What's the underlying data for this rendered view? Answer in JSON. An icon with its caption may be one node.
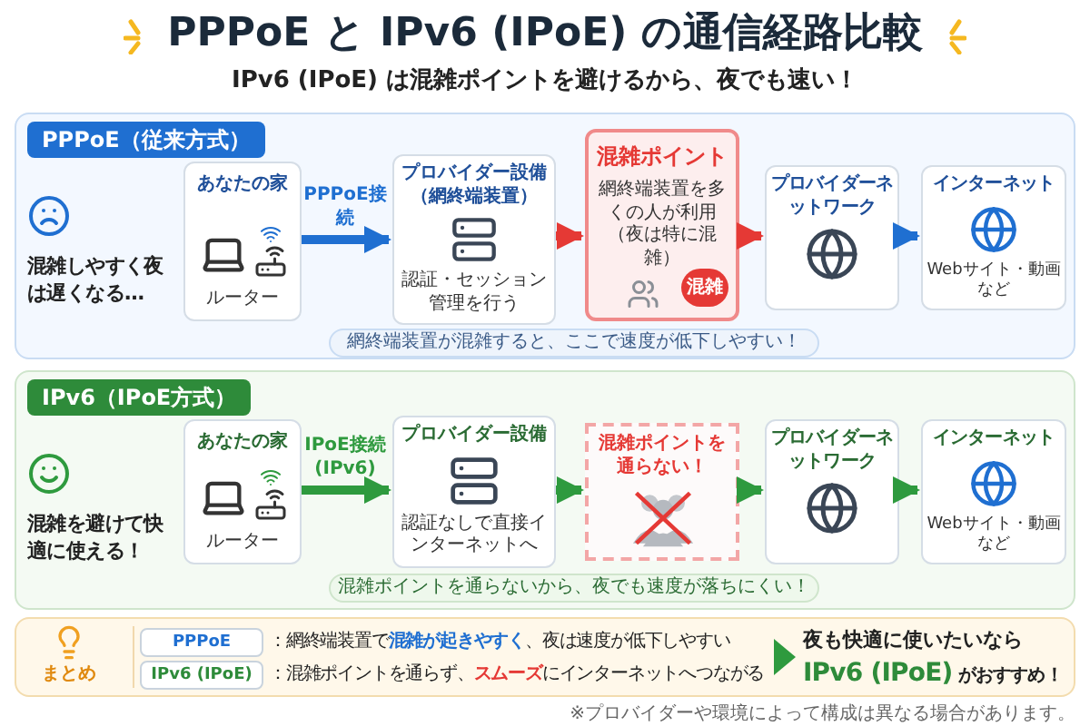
{
  "diagram": {
    "title": "PPPoE と IPv6 (IPoE) の通信経路比較",
    "nodes": [
      {
        "text": [
          "PPPoE（従来方式）",
          "混雑しやすく夜は遅くなる…"
        ]
      },
      {
        "text": [
          "あなたの家",
          "ルーター"
        ],
        "in": 0
      },
      {
        "text": [
          "プロバイダー設備（網終端装置）",
          "認証・セッション管理を行う"
        ],
        "in": 0
      },
      {
        "text": [
          "混雑ポイント",
          "網終端装置を多くの人が利用（夜は特に混雑）",
          "混雑"
        ],
        "in": 0
      },
      {
        "text": [
          "プロバイダーネットワーク"
        ],
        "in": 0
      },
      {
        "text": [
          "インターネット",
          "Webサイト・動画など"
        ],
        "in": 0
      },
      {
        "text": [
          "網終端装置が混雑すると、ここで速度が低下しやすい！"
        ],
        "in": 0
      },
      {
        "text": [
          "IPv6（IPoE方式）",
          "混雑を避けて快適に使える！"
        ]
      },
      {
        "text": [
          "あなたの家",
          "ルーター"
        ],
        "in": 7
      },
      {
        "text": [
          "プロバイダー設備",
          "認証なしで直接インターネットへ"
        ],
        "in": 7
      },
      {
        "text": [
          "混雑ポイントを通らない！"
        ],
        "in": 7
      },
      {
        "text": [
          "プロバイダーネットワーク"
        ],
        "in": 7
      },
      {
        "text": [
          "インターネット",
          "Webサイト・動画など"
        ],
        "in": 7
      },
      {
        "text": [
          "混雑ポイントを通らないから、夜でも速度が落ちにくい！"
        ],
        "in": 7
      },
      {
        "text": [
          "まとめ"
        ]
      },
      {
        "text": [
          "PPPoE"
        ],
        "in": 14
      },
      {
        "text": [
          "IPv6 (IPoE)"
        ],
        "in": 14
      }
    ],
    "edges": [
      {
        "from": 1,
        "to": 2,
        "arrow": "to",
        "label": "PPPoE接続",
        "color": "#1f6fd1"
      },
      {
        "from": 2,
        "to": 3,
        "arrow": "to",
        "color": "#e53935"
      },
      {
        "from": 3,
        "to": 4,
        "arrow": "to",
        "color": "#e53935"
      },
      {
        "from": 4,
        "to": 5,
        "arrow": "to",
        "color": "#1f6fd1"
      },
      {
        "from": 8,
        "to": 9,
        "arrow": "to",
        "label": "IPoE接続 (IPv6)",
        "color": "#2e9a3e"
      },
      {
        "from": 9,
        "to": 10,
        "arrow": "to",
        "color": "#2e9a3e"
      },
      {
        "from": 10,
        "to": 11,
        "arrow": "to",
        "color": "#2e9a3e"
      },
      {
        "from": 11,
        "to": 12,
        "arrow": "to",
        "color": "#2e9a3e"
      }
    ],
    "labels": [
      "IPv6 (IPoE) は混雑ポイントを避けるから、夜でも速い！",
      "：網終端装置で**混雑が起きやすく**、夜は速度が低下しやすい",
      "：混雑ポイントを通らず、**スムーズ**にインターネットへつながる",
      "夜も快適に使いたいなら",
      "**IPv6 (IPoE)** がおすすめ！",
      "※プロバイダーや環境によって構成は異なる場合があります。"
    ]
  }
}
